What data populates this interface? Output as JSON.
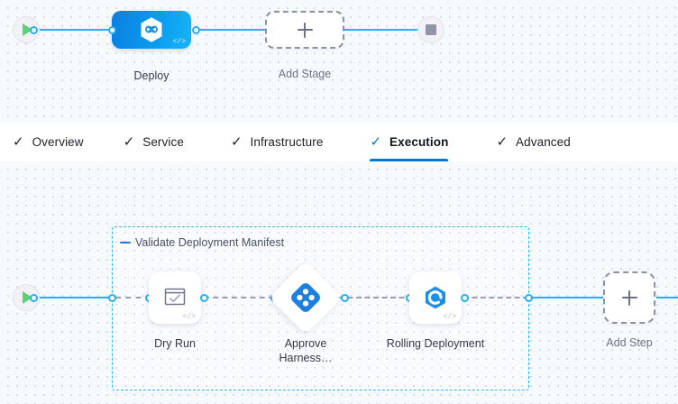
{
  "colors": {
    "accent": "#0278d5",
    "connector": "#26b0f4",
    "connector_dashed": "#9b9fb1",
    "group_border": "#33b4f0",
    "canvas_bg": "#f7fafd",
    "stage_gradient_from": "#0b7fe0",
    "stage_gradient_to": "#17b4f7",
    "play_green": "#5fd07a",
    "stop_gray": "#9094a6"
  },
  "stage_canvas": {
    "start_node": {
      "name": "pipeline-start",
      "icon": "play-icon"
    },
    "end_node": {
      "name": "pipeline-end",
      "icon": "stop-icon"
    },
    "nodes": [
      {
        "label": "Deploy",
        "icon": "harness-hexagon-icon",
        "code_tag": "</>",
        "type": "stage"
      },
      {
        "label": "Add Stage",
        "icon": "plus-icon",
        "type": "add"
      }
    ]
  },
  "tabs": {
    "items": [
      {
        "label": "Overview",
        "check": "✓",
        "active": false
      },
      {
        "label": "Service",
        "check": "✓",
        "active": false
      },
      {
        "label": "Infrastructure",
        "check": "✓",
        "active": false
      },
      {
        "label": "Execution",
        "check": "✓",
        "active": true
      },
      {
        "label": "Advanced",
        "check": "✓",
        "active": false
      }
    ]
  },
  "step_canvas": {
    "start_node": {
      "name": "execution-start",
      "icon": "play-icon"
    },
    "group": {
      "title": "Validate Deployment Manifest",
      "collapse_icon": "dash-icon"
    },
    "steps": [
      {
        "label": "Dry Run",
        "icon": "dry-run-check-window-icon",
        "code_tag": "</>",
        "shape": "rounded-square"
      },
      {
        "label": "Approve Harness…",
        "icon": "approval-four-dots-icon",
        "shape": "diamond"
      },
      {
        "label": "Rolling Deployment",
        "icon": "rolling-deployment-hexagon-icon",
        "code_tag": "</>",
        "shape": "rounded-square"
      }
    ],
    "add_step": {
      "label": "Add Step",
      "icon": "plus-icon"
    }
  }
}
